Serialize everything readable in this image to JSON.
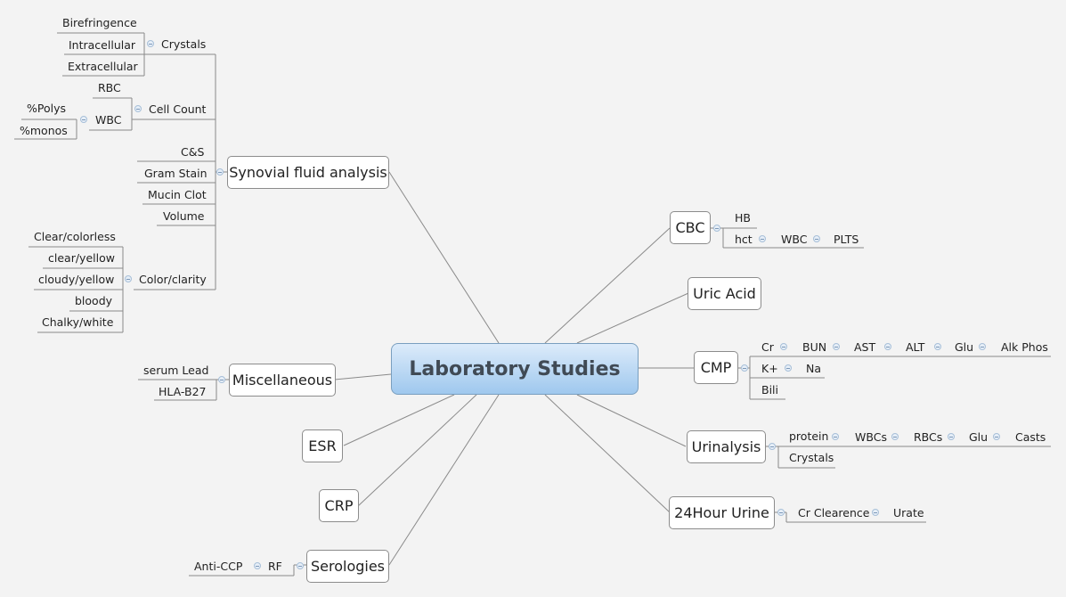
{
  "central": "Laboratory Studies",
  "synovial": {
    "title": "Synovial fluid analysis",
    "crystals": {
      "label": "Crystals",
      "items": [
        "Birefringence",
        "Intracellular",
        "Extracellular"
      ]
    },
    "cell_count": {
      "label": "Cell Count",
      "rbc": "RBC",
      "wbc": "WBC",
      "wbc_items": [
        "%Polys",
        "%monos"
      ]
    },
    "cs": "C&S",
    "gram_stain": "Gram Stain",
    "mucin_clot": "Mucin Clot",
    "volume": "Volume",
    "color": {
      "label": "Color/clarity",
      "items": [
        "Clear/colorless",
        "clear/yellow",
        "cloudy/yellow",
        "bloody",
        "Chalky/white"
      ]
    }
  },
  "misc": {
    "title": "Miscellaneous",
    "items": [
      "serum Lead",
      "HLA-B27"
    ]
  },
  "esr": "ESR",
  "crp": "CRP",
  "serologies": {
    "title": "Serologies",
    "rf": "RF",
    "anti_ccp": "Anti-CCP"
  },
  "cbc": {
    "title": "CBC",
    "hb": "HB",
    "hct": "hct",
    "wbc": "WBC",
    "plts": "PLTS"
  },
  "uric_acid": "Uric Acid",
  "cmp": {
    "title": "CMP",
    "row1": [
      "Cr",
      "BUN",
      "AST",
      "ALT",
      "Glu",
      "Alk Phos"
    ],
    "row2": [
      "K+",
      "Na"
    ],
    "bili": "Bili"
  },
  "urinalysis": {
    "title": "Urinalysis",
    "row1": [
      "protein",
      "WBCs",
      "RBCs",
      "Glu",
      "Casts"
    ],
    "crystals": "Crystals"
  },
  "urine24": {
    "title": "24Hour Urine",
    "items": [
      "Cr Clearence",
      "Urate"
    ]
  }
}
